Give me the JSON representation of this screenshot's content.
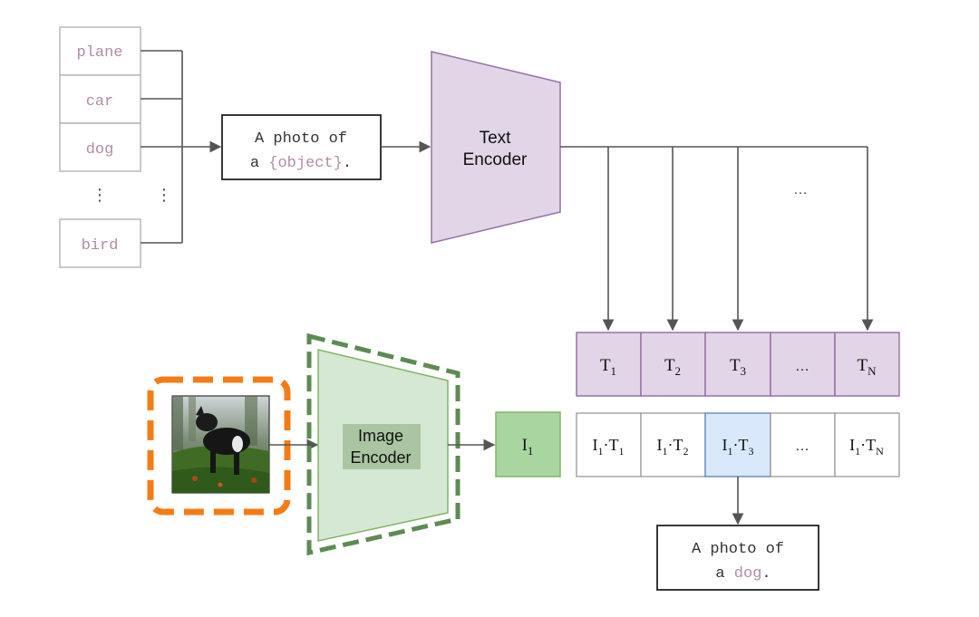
{
  "class_list": {
    "items": [
      "plane",
      "car",
      "dog",
      "bird"
    ],
    "ellipsis": "⋮"
  },
  "template": {
    "line1": "A photo of",
    "line2_prefix": "a ",
    "placeholder": "{object}",
    "line2_suffix": "."
  },
  "text_encoder": {
    "line1": "Text",
    "line2": "Encoder"
  },
  "image_encoder": {
    "line1": "Image",
    "line2": "Encoder"
  },
  "fanout_ellipsis": "…",
  "text_embeddings": [
    {
      "base": "T",
      "sub": "1"
    },
    {
      "base": "T",
      "sub": "2"
    },
    {
      "base": "T",
      "sub": "3"
    },
    {
      "base": "…",
      "sub": ""
    },
    {
      "base": "T",
      "sub": "N"
    }
  ],
  "image_embedding": {
    "base": "I",
    "sub": "1"
  },
  "similarities": [
    {
      "a": "I",
      "a_sub": "1",
      "b": "T",
      "b_sub": "1"
    },
    {
      "a": "I",
      "a_sub": "1",
      "b": "T",
      "b_sub": "2"
    },
    {
      "a": "I",
      "a_sub": "1",
      "b": "T",
      "b_sub": "3"
    },
    {
      "a": "…",
      "a_sub": "",
      "b": "",
      "b_sub": ""
    },
    {
      "a": "I",
      "a_sub": "1",
      "b": "T",
      "b_sub": "N"
    }
  ],
  "highlight_index": 2,
  "result": {
    "line1": "A photo of",
    "line2_prefix": "a ",
    "word": "dog",
    "line2_suffix": "."
  },
  "colors": {
    "class_text": "#b08ca6",
    "box_border_light": "#b8b8b8",
    "line": "#555555",
    "text_purple_fill": "#e1d5e7",
    "text_purple_stroke": "#9673a6",
    "green_fill": "#d5e8d4",
    "green_stroke": "#82b366",
    "green_dash": "#5e8a54",
    "orange": "#f47c16",
    "blue_fill": "#dae8fc",
    "blue_stroke": "#6c8ebf"
  }
}
